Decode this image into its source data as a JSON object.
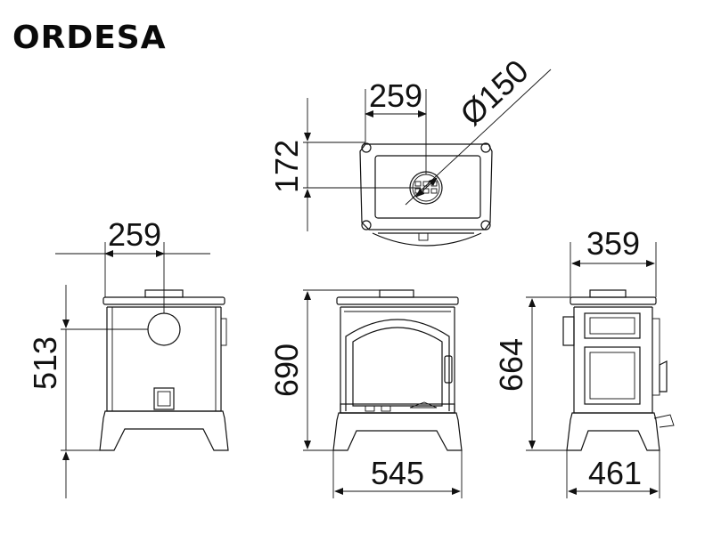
{
  "title": "ORDESA",
  "top_view": {
    "width": "259",
    "diameter": "Ø150",
    "depth": "172"
  },
  "side_left": {
    "width": "259",
    "height": "513"
  },
  "front": {
    "height": "690",
    "width": "545"
  },
  "side_right": {
    "width": "359",
    "height": "664",
    "depth": "461"
  }
}
